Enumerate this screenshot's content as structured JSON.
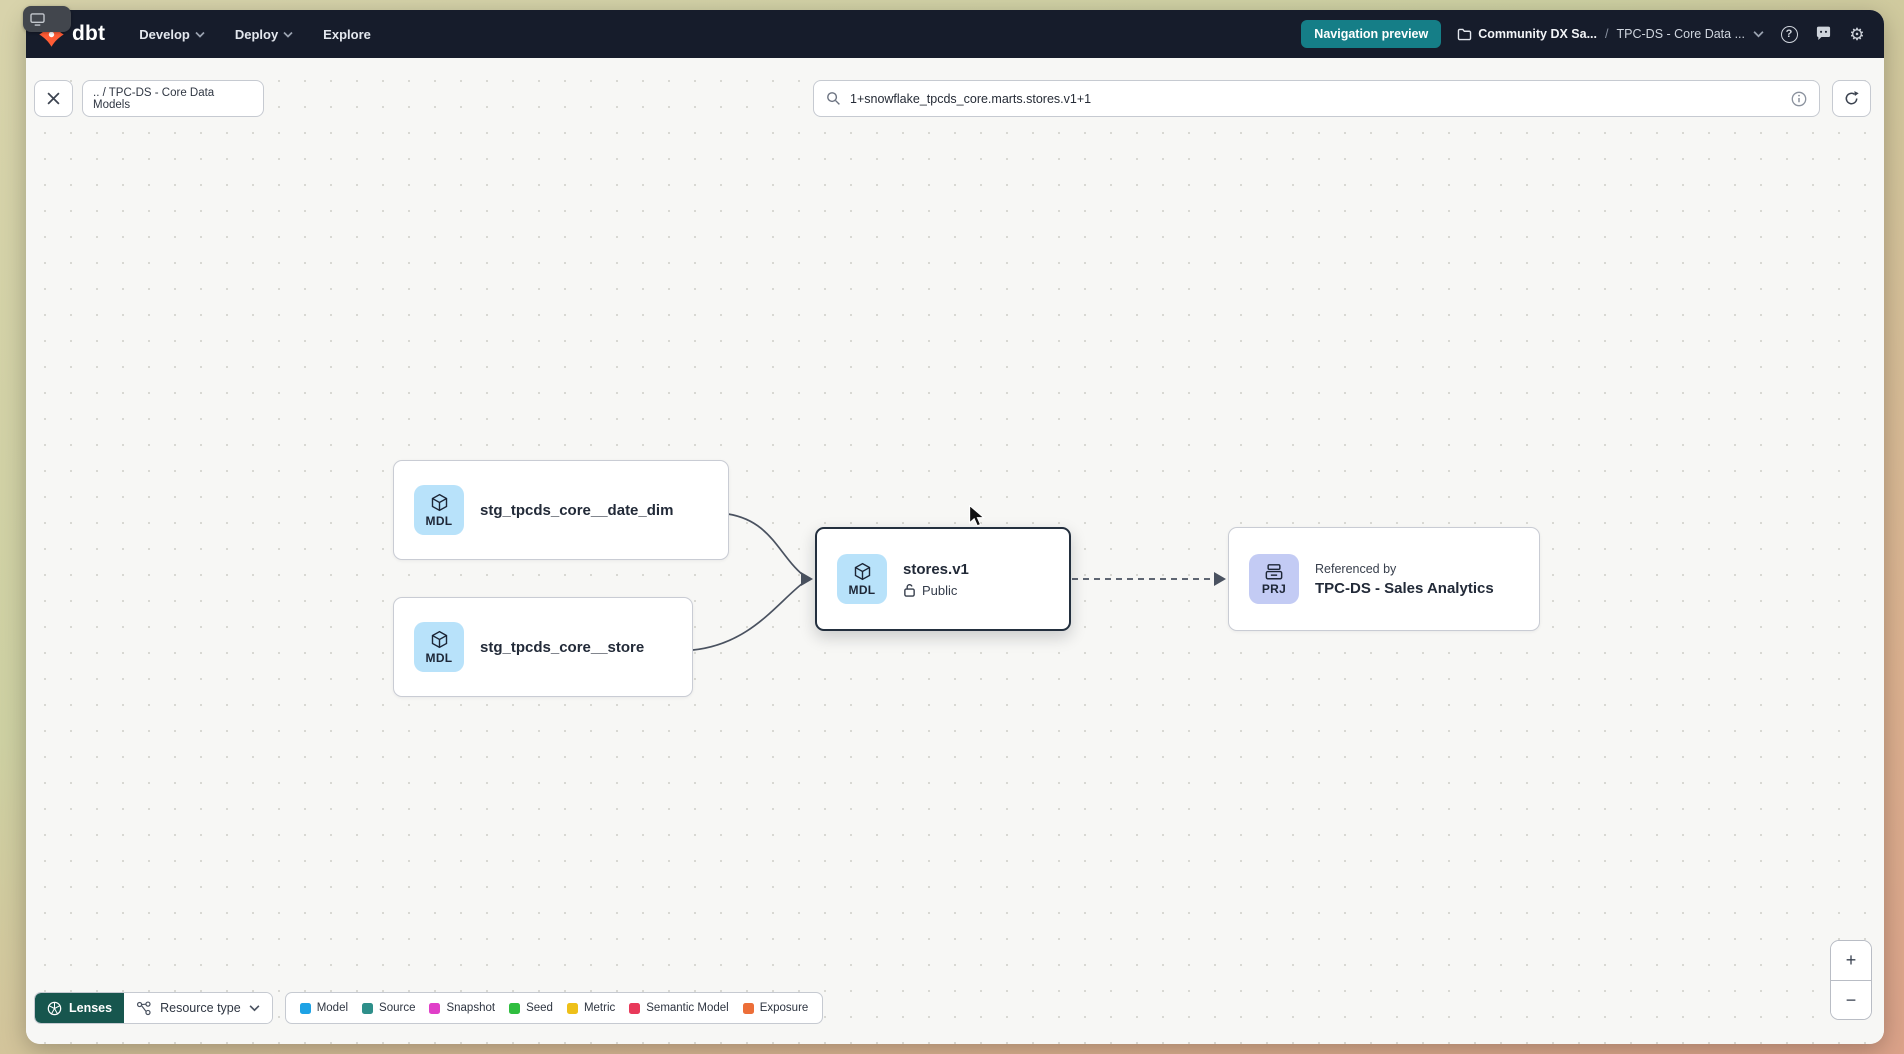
{
  "topbar": {
    "logo_text": "dbt",
    "nav_items": [
      {
        "label": "Develop"
      },
      {
        "label": "Deploy"
      },
      {
        "label": "Explore"
      }
    ],
    "preview_badge": "Navigation preview",
    "breadcrumb": {
      "project": "Community DX Sa...",
      "separator": "/",
      "page": "TPC-DS - Core Data ..."
    }
  },
  "toolbar": {
    "path_chip": ".. / TPC-DS - Core Data Models",
    "search_value": "1+snowflake_tpcds_core.marts.stores.v1+1"
  },
  "graph": {
    "nodes": {
      "date_dim": {
        "badge": "MDL",
        "title": "stg_tpcds_core__date_dim"
      },
      "store": {
        "badge": "MDL",
        "title": "stg_tpcds_core__store"
      },
      "stores_v1": {
        "badge": "MDL",
        "title": "stores.v1",
        "access": "Public"
      },
      "referenced": {
        "badge": "PRJ",
        "kicker": "Referenced by",
        "title": "TPC-DS - Sales Analytics"
      }
    }
  },
  "footer": {
    "lenses_label": "Lenses",
    "resource_type_label": "Resource type",
    "legend": [
      {
        "label": "Model",
        "color": "#1da2e5"
      },
      {
        "label": "Source",
        "color": "#2e8f8a"
      },
      {
        "label": "Snapshot",
        "color": "#e03fc8"
      },
      {
        "label": "Seed",
        "color": "#2fbe3f"
      },
      {
        "label": "Metric",
        "color": "#eec019"
      },
      {
        "label": "Semantic Model",
        "color": "#e8395a"
      },
      {
        "label": "Exposure",
        "color": "#ec6e38"
      }
    ]
  },
  "zoom_controls": {
    "zoom_in": "+",
    "zoom_out": "−"
  }
}
